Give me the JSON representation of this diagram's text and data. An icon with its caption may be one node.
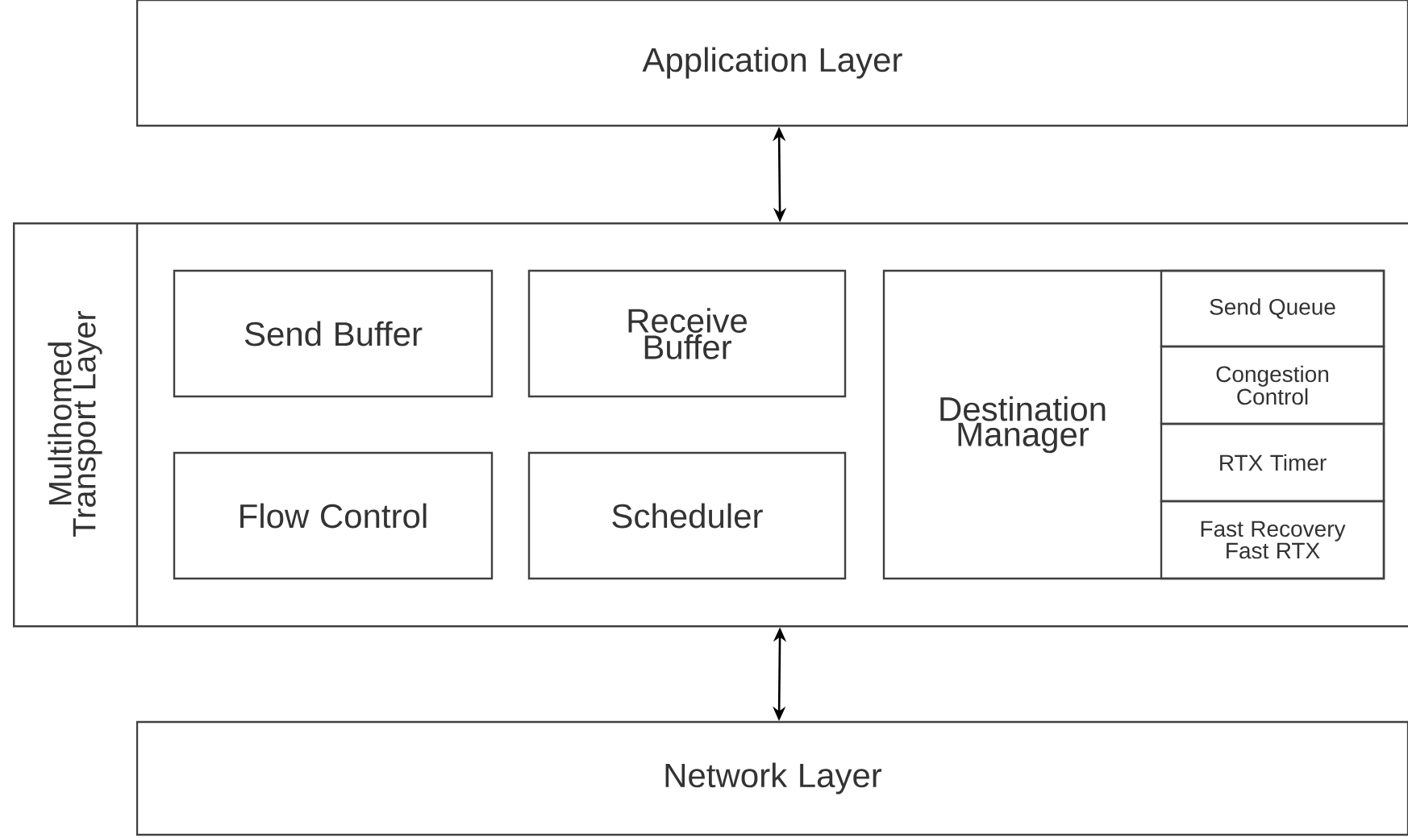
{
  "diagram": {
    "nodes": [
      {
        "text": [
          "Application Layer"
        ]
      },
      {
        "text": [
          "Multihomed Transport Layer"
        ]
      },
      {
        "text": [
          "Send Buffer"
        ],
        "in": 1
      },
      {
        "text": [
          "Receive Buffer"
        ],
        "in": 1
      },
      {
        "text": [
          "Flow Control"
        ],
        "in": 1
      },
      {
        "text": [
          "Scheduler"
        ],
        "in": 1
      },
      {
        "text": [
          "Destination Manager"
        ],
        "in": 1
      },
      {
        "text": [
          "Send Queue"
        ],
        "in": 6
      },
      {
        "text": [
          "Congestion Control"
        ],
        "in": 6
      },
      {
        "text": [
          "RTX Timer"
        ],
        "in": 6
      },
      {
        "text": [
          "Fast Recovery Fast RTX"
        ],
        "in": 6
      },
      {
        "text": [
          "Network Layer"
        ]
      }
    ],
    "edges": [
      {
        "from": 0,
        "to": 1,
        "arrow": "both"
      },
      {
        "from": 1,
        "to": 11,
        "arrow": "both"
      }
    ]
  }
}
